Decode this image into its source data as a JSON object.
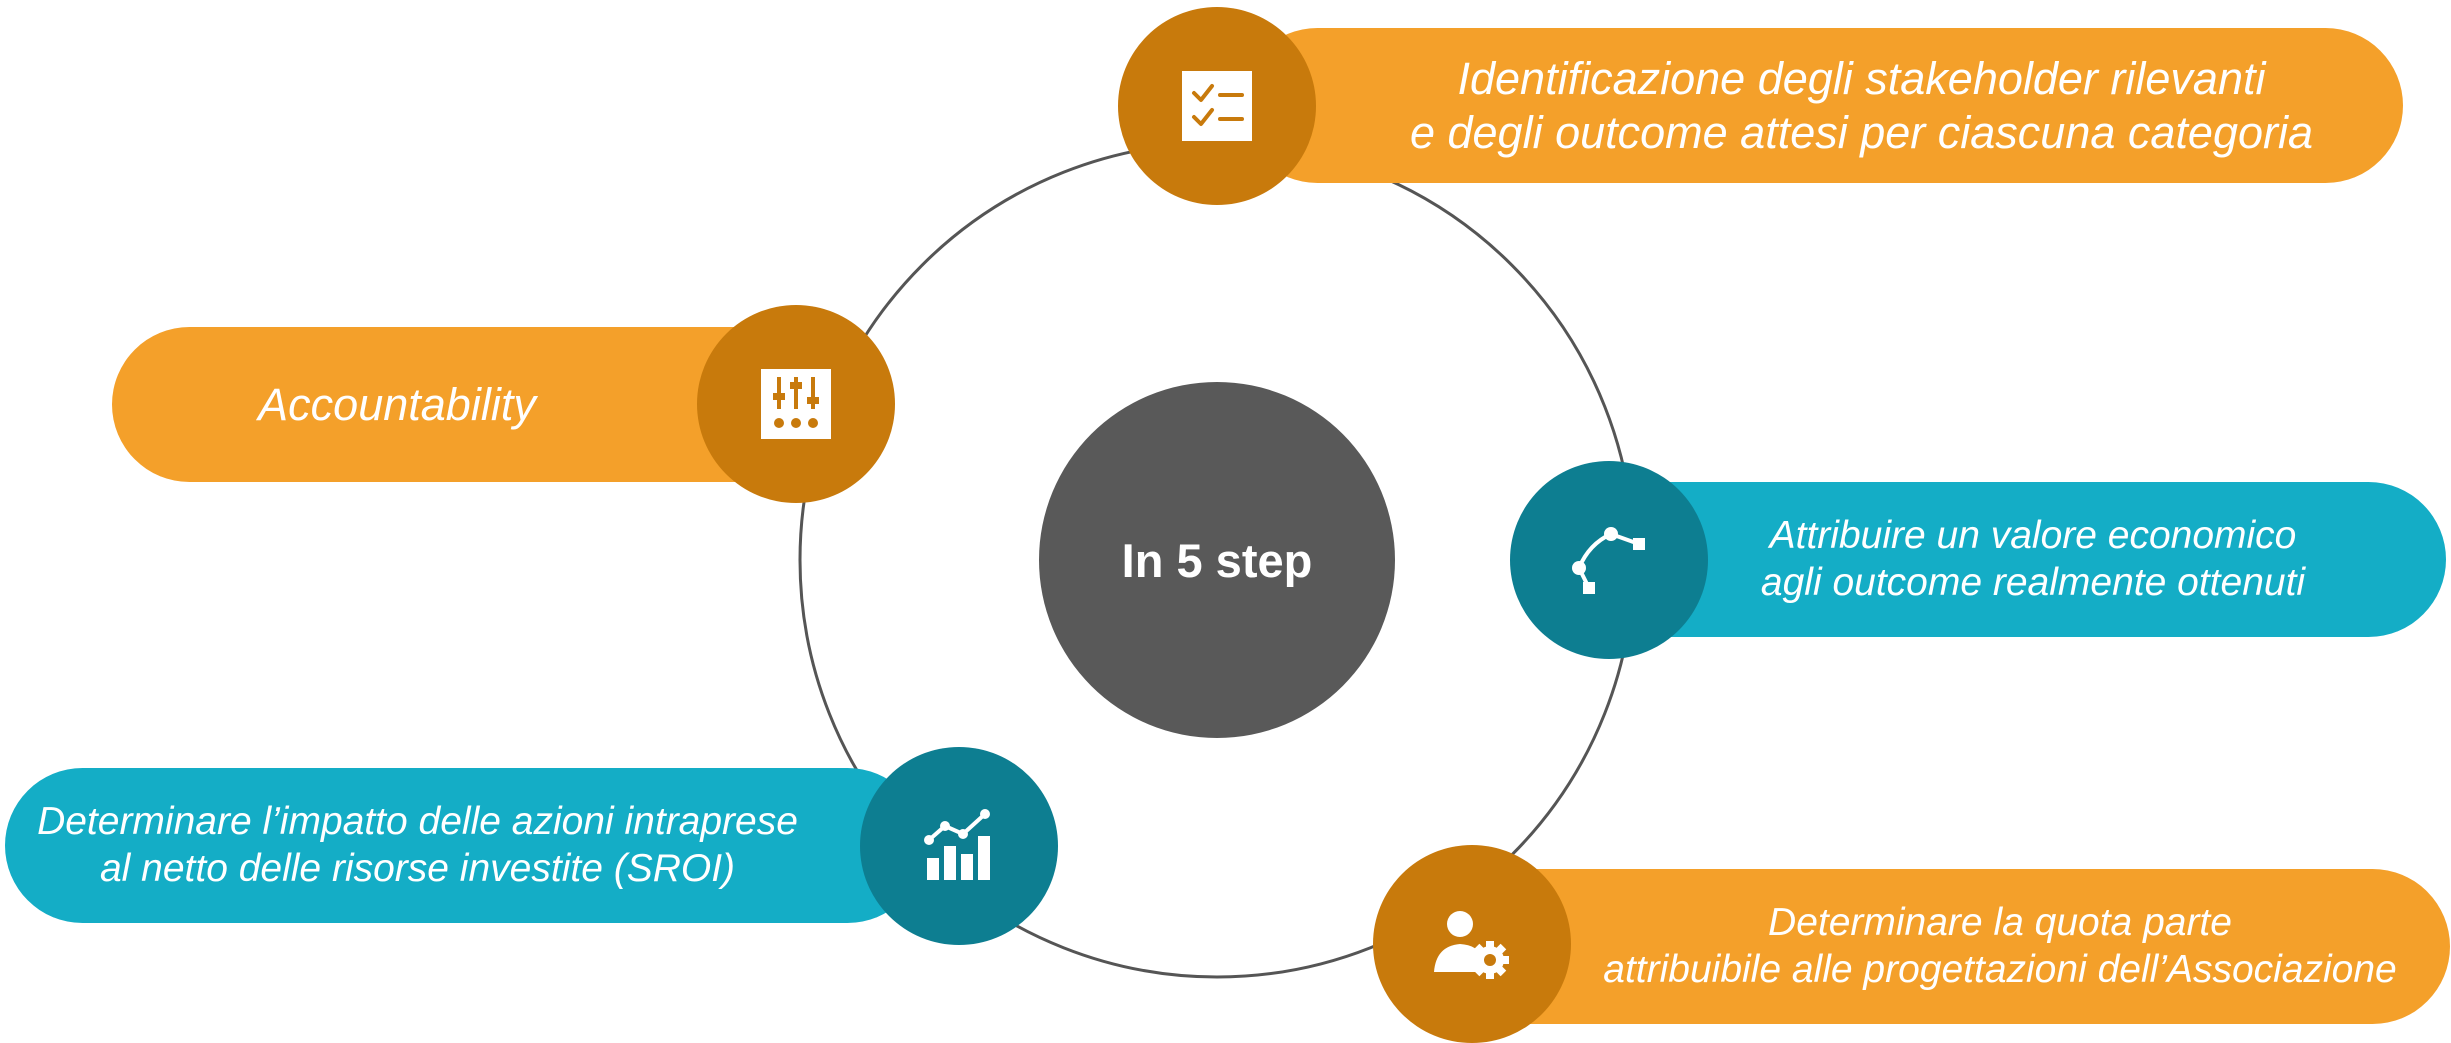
{
  "colors": {
    "orange_pill": "#F4A02A",
    "orange_node": "#C87A0C",
    "teal_pill": "#14ADC6",
    "teal_node": "#0D7E91",
    "center": "#595959",
    "ring": "#555555"
  },
  "center": {
    "label": "In 5 step"
  },
  "steps": [
    {
      "line1": "Identificazione degli stakeholder rilevanti",
      "line2": "e degli outcome attesi per ciascuna categoria",
      "icon": "checklist-icon"
    },
    {
      "line1": "Attribuire un valore economico",
      "line2": "agli outcome realmente ottenuti",
      "icon": "vector-path-icon"
    },
    {
      "line1": "Determinare la quota parte",
      "line2": "attribuibile alle progettazioni dell’Associazione",
      "icon": "user-gear-icon"
    },
    {
      "line1": "Determinare l’impatto delle azioni intraprese",
      "line2": "al netto delle risorse investite (SROI)",
      "icon": "bar-line-chart-icon"
    },
    {
      "line1": "Accountability",
      "icon": "sliders-icon"
    }
  ]
}
